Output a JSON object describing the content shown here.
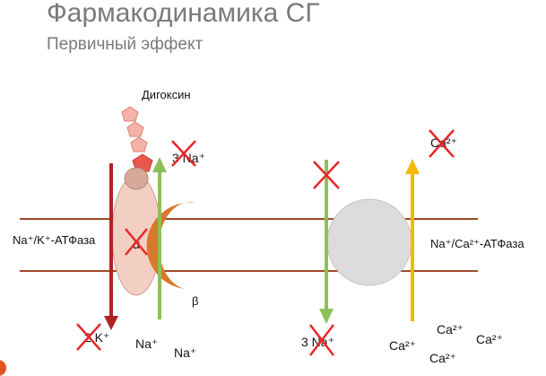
{
  "header": {
    "title": "Фармакодинамика СГ",
    "subtitle": "Первичный эффект"
  },
  "labels": {
    "drug": "Дигоксин",
    "left_pump": "Na⁺/K⁺-АТФаза",
    "right_pump": "Na⁺/Ca²⁺-АТФаза",
    "alpha": "α",
    "beta": "β"
  },
  "ions": {
    "na_out_left": "3 Na⁺",
    "k_in_left": "2 K⁺",
    "na_in_1": "Na⁺",
    "na_in_2": "Na⁺",
    "na_in_right": "3 Na⁺",
    "ca_out": "Ca²⁺",
    "ca_in_1": "Ca²⁺",
    "ca_in_2": "Ca²⁺",
    "ca_in_3": "Ca²⁺",
    "ca_in_4": "Ca²⁺"
  },
  "colors": {
    "membrane": "#a04a28",
    "arrow_k": "#b22222",
    "arrow_na": "#8fbf5a",
    "arrow_ca": "#f5b800",
    "blocked_mark": "#e8262a",
    "pump_alpha": "#f2cfc2",
    "pump_right": "#dcdcdc",
    "beta_subunit": "#d9782a",
    "digoxin": "#f4a9a0"
  }
}
